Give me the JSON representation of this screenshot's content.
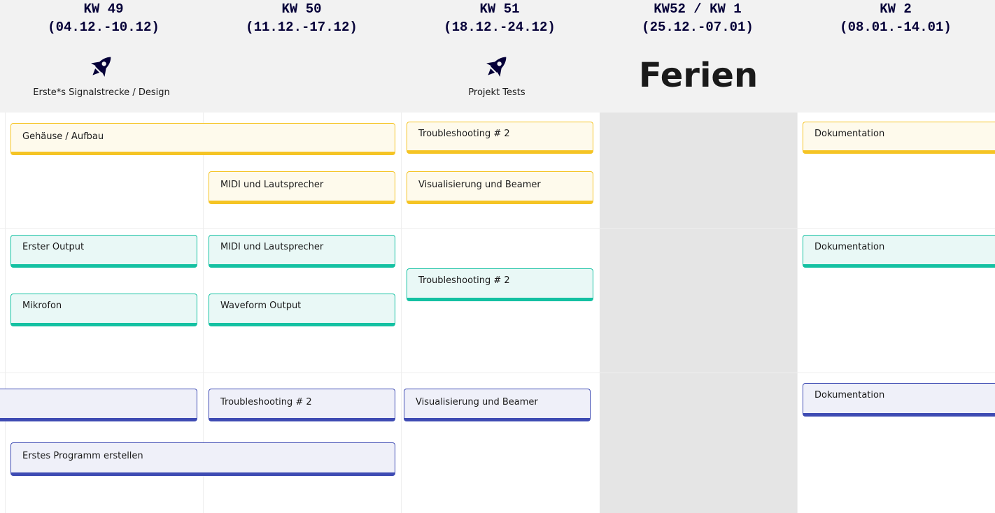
{
  "columns": [
    {
      "week": "KW 49",
      "dates": "(04.12.-10.12)"
    },
    {
      "week": "KW 50",
      "dates": "(11.12.-17.12)"
    },
    {
      "week": "KW 51",
      "dates": "(18.12.-24.12)"
    },
    {
      "week": "KW52 / KW 1",
      "dates": "(25.12.-07.01)"
    },
    {
      "week": "KW 2",
      "dates": "(08.01.-14.01)"
    }
  ],
  "milestones": [
    {
      "label": "Erste*s Signalstrecke / Design",
      "icon": "rocket-icon"
    },
    {
      "label": "Projekt Tests",
      "icon": "rocket-icon"
    }
  ],
  "holiday_label": "Ferien",
  "colors": {
    "yellow": "#f5c424",
    "teal": "#14c1a2",
    "blue": "#3e4bb3",
    "header_bg": "#f2f2f2",
    "holiday_bg": "#e5e5e5"
  },
  "cards": {
    "yellow": [
      "Gehäuse / Aufbau",
      "MIDI und Lautsprecher",
      "Troubleshooting # 2",
      "Visualisierung und Beamer",
      "Dokumentation"
    ],
    "teal": [
      "Erster Output",
      "Mikrofon",
      "MIDI und Lautsprecher",
      "Waveform Output",
      "Troubleshooting # 2",
      "Dokumentation"
    ],
    "blue": [
      "",
      "Troubleshooting # 2",
      "Visualisierung und Beamer",
      "Erstes Programm erstellen",
      "Dokumentation"
    ]
  }
}
